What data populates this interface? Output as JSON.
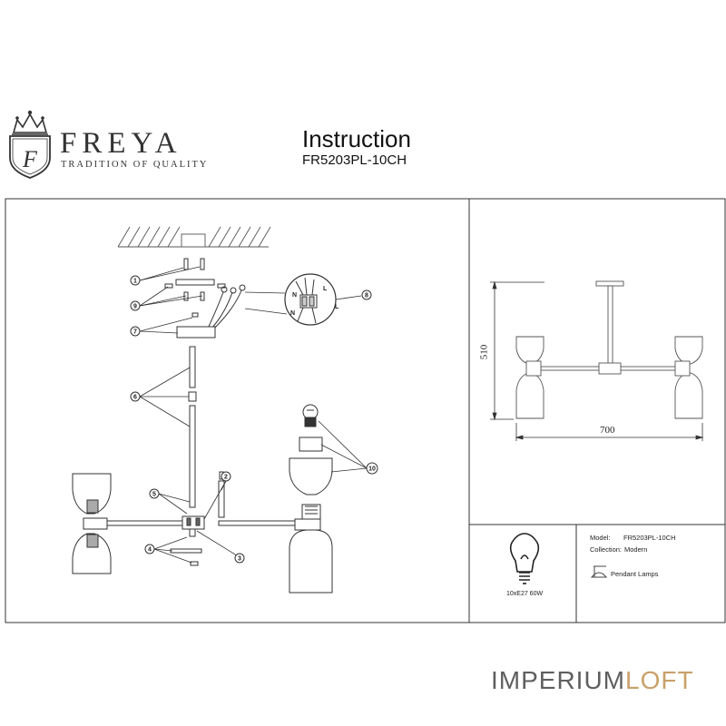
{
  "header": {
    "brand_name": "FREYA",
    "brand_tagline": "TRADITION OF QUALITY",
    "logo_letter": "F",
    "title": "Instruction",
    "product_code": "FR5203PL-10CH"
  },
  "callouts": [
    "1",
    "9",
    "7",
    "6",
    "5",
    "4",
    "2",
    "3",
    "8",
    "10"
  ],
  "wiring_labels": [
    "N",
    "L",
    "N",
    "L"
  ],
  "dimensions": {
    "height": "510",
    "width": "700"
  },
  "bulb": {
    "caption": "10xE27 60W",
    "icon": "bulb-icon"
  },
  "spec": {
    "model_label": "Model:",
    "model_value": "FR5203PL-10CH",
    "collection_label": "Collection:",
    "collection_value": "Modern",
    "category": "Pendant Lamps",
    "category_icon": "pendant-lamp-icon"
  },
  "watermark": {
    "part_a": "IMPERIUM",
    "part_b": "LOFT",
    "accent_color": "#c9a06a"
  }
}
